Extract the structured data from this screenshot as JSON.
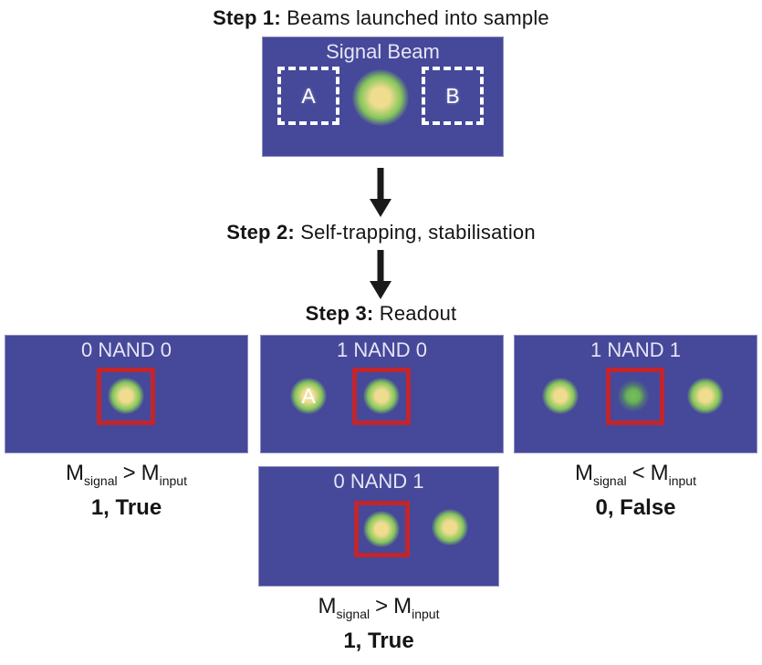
{
  "colors": {
    "panel-bg": "#46489a",
    "panel-text": "#e6e5f4",
    "red-box": "#c2262c",
    "beam-core": "#f0dc8e",
    "beam-ring": "#84c65b",
    "text-color": "#151515"
  },
  "steps": {
    "step1": {
      "label": "Step 1:",
      "text": "Beams launched into sample"
    },
    "step2": {
      "label": "Step 2:",
      "text": "Self-trapping, stabilisation"
    },
    "step3": {
      "label": "Step 3:",
      "text": "Readout"
    }
  },
  "signal_panel": {
    "title": "Signal Beam",
    "input_a_label": "A",
    "input_b_label": "B"
  },
  "readout_panels": {
    "nand_00": {
      "title": "0 NAND 0"
    },
    "nand_10": {
      "title": "1 NAND 0",
      "input_beam_label": "A"
    },
    "nand_11": {
      "title": "1 NAND 1"
    },
    "nand_01": {
      "title": "0 NAND 1"
    }
  },
  "captions": {
    "nand_00": {
      "m_symbol": "M",
      "signal_sub": "signal",
      "operator": ">",
      "input_sub": "input",
      "result": "1, True"
    },
    "nand_11": {
      "m_symbol": "M",
      "signal_sub": "signal",
      "operator": "<",
      "input_sub": "input",
      "result": "0, False"
    },
    "nand_01": {
      "m_symbol": "M",
      "signal_sub": "signal",
      "operator": ">",
      "input_sub": "input",
      "result": "1, True"
    }
  }
}
